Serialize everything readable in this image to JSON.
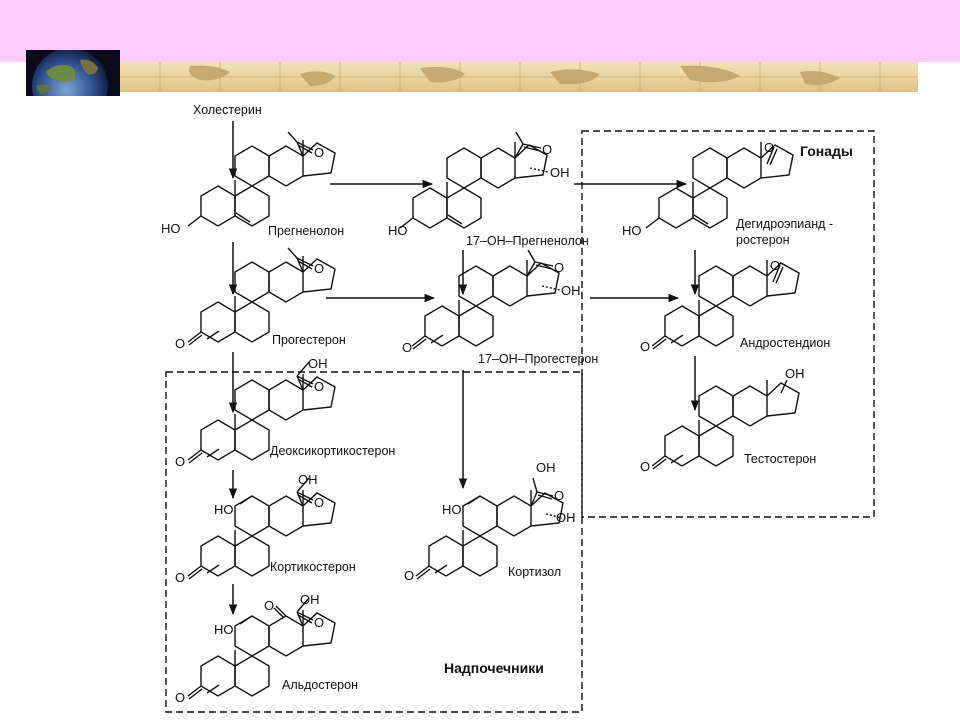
{
  "slide": {
    "header_color": "#ffccff",
    "decoration_icons": [
      "globe-icon",
      "world-map-strip"
    ]
  },
  "regions": {
    "gonads": "Гонады",
    "adrenals": "Надпочечники"
  },
  "start": "Холестерин",
  "compounds": {
    "pregnenolone": "Прегненолон",
    "oh17_pregnenolone": "17–OH–Прегненолон",
    "dhea_line1": "Дегидроэпианд -",
    "dhea_line2": "ростерон",
    "progesterone": "Прогестерон",
    "oh17_progesterone": "17–OH–Прогестерон",
    "androstenedione": "Андростендион",
    "deoxycorticosterone": "Деоксикортикостерон",
    "testosterone": "Тестостерон",
    "corticosterone": "Кортикостерон",
    "cortisol": "Кортизол",
    "aldosterone": "Альдостерон"
  },
  "atoms": {
    "HO": "HO",
    "O": "O",
    "OH": "OH"
  }
}
